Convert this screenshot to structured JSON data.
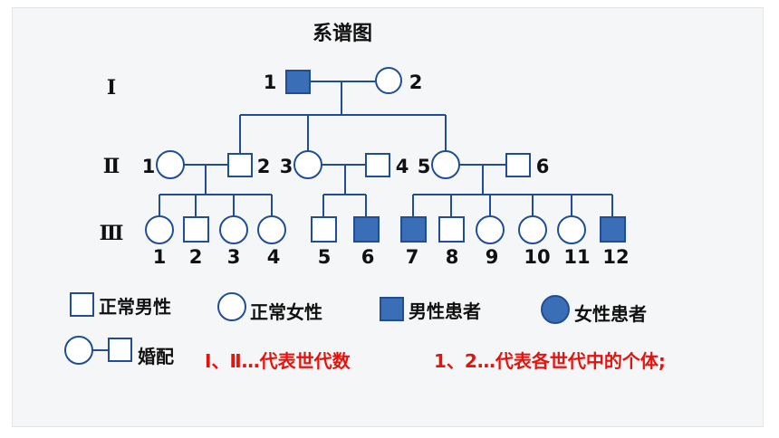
{
  "title": "系谱图",
  "generations": [
    "Ⅰ",
    "Ⅱ",
    "Ⅲ"
  ],
  "individuals": {
    "g1": [
      "1",
      "2"
    ],
    "g2": [
      "1",
      "2",
      "3",
      "4",
      "5",
      "6"
    ],
    "g3": [
      "1",
      "2",
      "3",
      "4",
      "5",
      "6",
      "7",
      "8",
      "9",
      "10",
      "11",
      "12"
    ]
  },
  "legend": {
    "normal_male": "正常男性",
    "normal_female": "正常女性",
    "affected_male": "男性患者",
    "affected_female": "女性患者",
    "marriage": "婚配"
  },
  "notes": {
    "generation_note": "Ⅰ、Ⅱ…代表世代数",
    "individual_note": "1、2…代表各世代中的个体;"
  },
  "colors": {
    "line": "#1f4e96",
    "affected_fill": "#3a6fb8",
    "note_text": "#e8120c"
  }
}
